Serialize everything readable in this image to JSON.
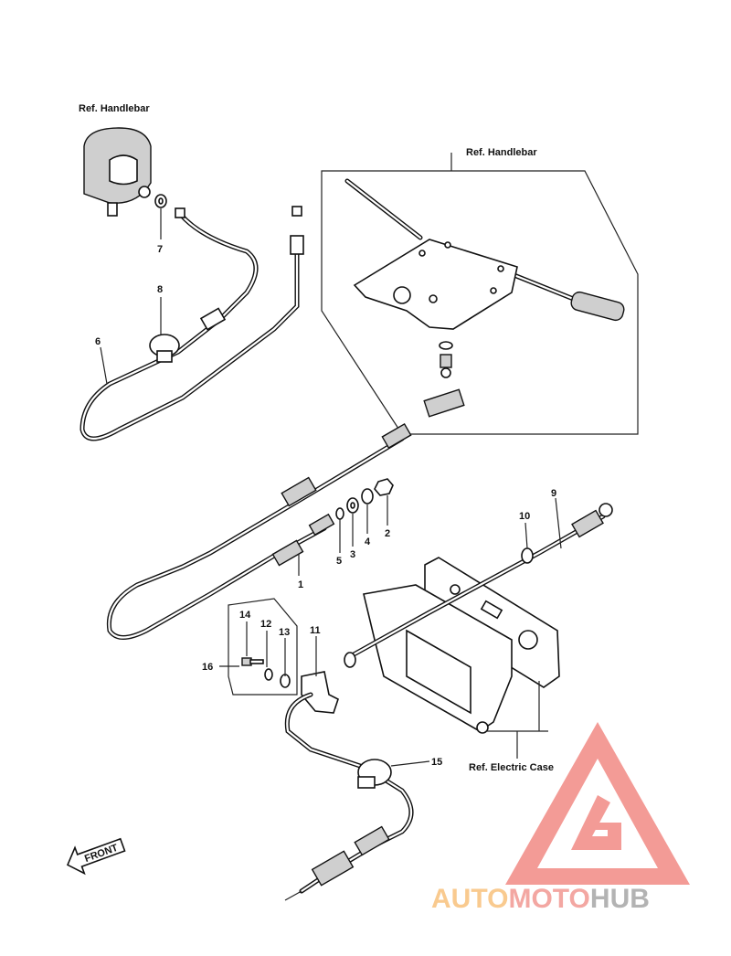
{
  "labels": {
    "ref_handlebar_left": "Ref. Handlebar",
    "ref_handlebar_right": "Ref. Handlebar",
    "ref_electric_case": "Ref. Electric Case",
    "front": "FRONT",
    "callouts": [
      "1",
      "2",
      "3",
      "4",
      "5",
      "6",
      "7",
      "8",
      "9",
      "10",
      "11",
      "12",
      "13",
      "14",
      "15",
      "16"
    ]
  },
  "watermark": {
    "part1": "AUTO",
    "part2": "MOTO",
    "part3": "HUB",
    "colors": {
      "auto": "#f7b96a",
      "moto": "#f08a84",
      "hub": "#9a9a9a",
      "triangle": "#f07a74"
    }
  }
}
